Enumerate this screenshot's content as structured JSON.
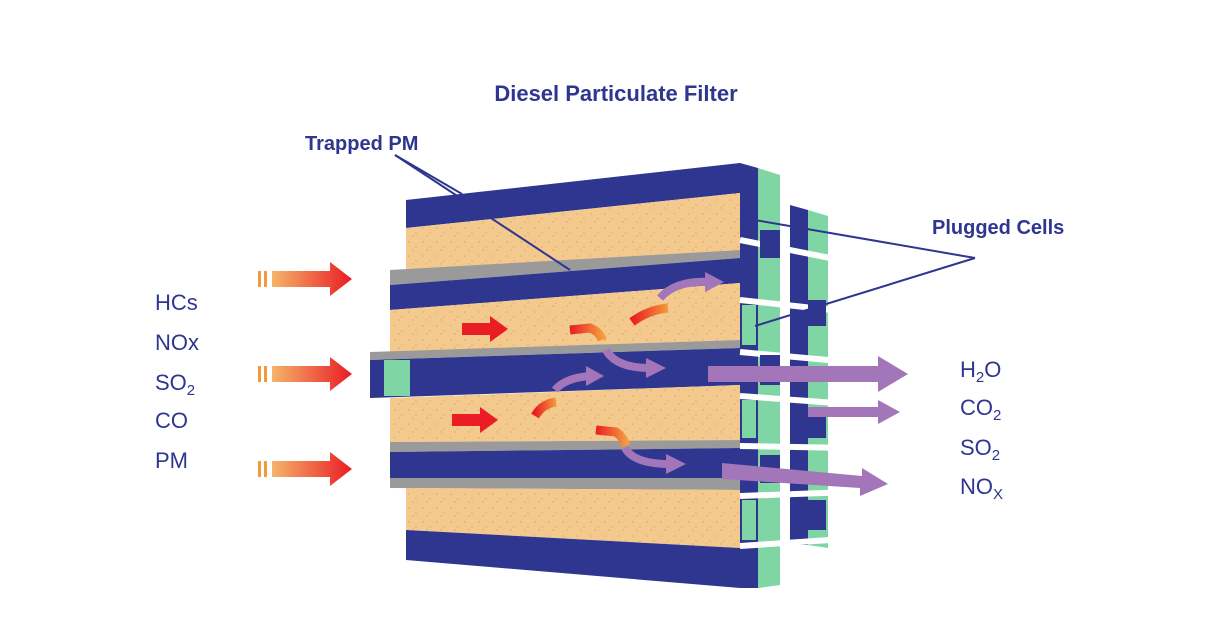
{
  "title": "Diesel Particulate Filter",
  "callouts": {
    "trapped_pm": "Trapped PM",
    "plugged_cells": "Plugged Cells"
  },
  "inlet_gases": [
    "HCs",
    "NOx",
    "SO2",
    "CO",
    "PM"
  ],
  "outlet_gases": [
    "H2O",
    "CO2",
    "SO2",
    "NOX"
  ],
  "gas_subscripts": {
    "SO2_in": {
      "base": "SO",
      "sub": "2"
    },
    "H2O": {
      "base": "H",
      "sub": "2",
      "tail": "O"
    },
    "CO2": {
      "base": "CO",
      "sub": "2"
    },
    "SO2_out": {
      "base": "SO",
      "sub": "2"
    },
    "NOX": {
      "base": "NO",
      "sub": "X"
    }
  },
  "colors": {
    "channel_blue": "#2e3690",
    "filter_tan": "#f4c98e",
    "plug_green": "#7fd6a4",
    "wall_gray": "#9a9a9a",
    "inlet_red": "#ea1c24",
    "outlet_purple": "#a276b8",
    "text_blue": "#2e3690"
  },
  "icons": [
    "inlet-arrow-icon",
    "outlet-arrow-icon",
    "flow-arrow-icon"
  ]
}
